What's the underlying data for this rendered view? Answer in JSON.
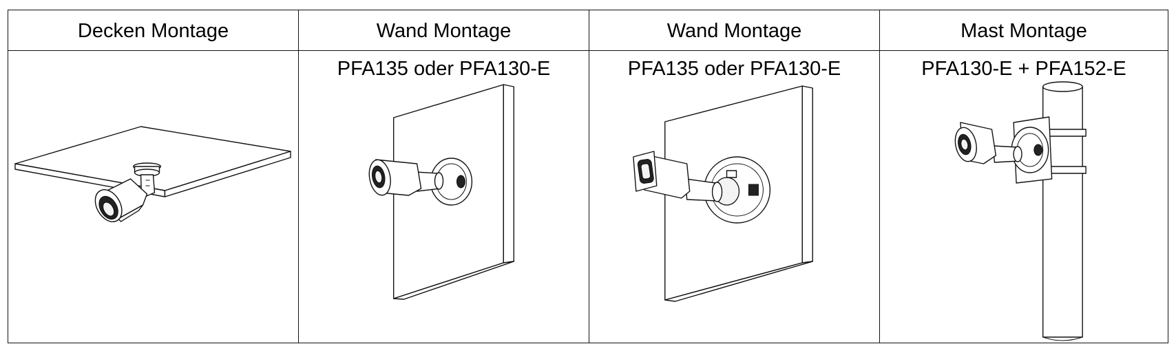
{
  "table": {
    "headers": [
      "Decken Montage",
      "Wand Montage",
      "Wand Montage",
      "Mast Montage"
    ],
    "cells": [
      {
        "subtitle": "",
        "illustration": "ceiling-mount-camera"
      },
      {
        "subtitle": "PFA135 oder PFA130-E",
        "illustration": "wall-mount-camera"
      },
      {
        "subtitle": "PFA135 oder PFA130-E",
        "illustration": "wall-mount-camera-junction-box"
      },
      {
        "subtitle": "PFA130-E + PFA152-E",
        "illustration": "pole-mount-camera"
      }
    ]
  }
}
